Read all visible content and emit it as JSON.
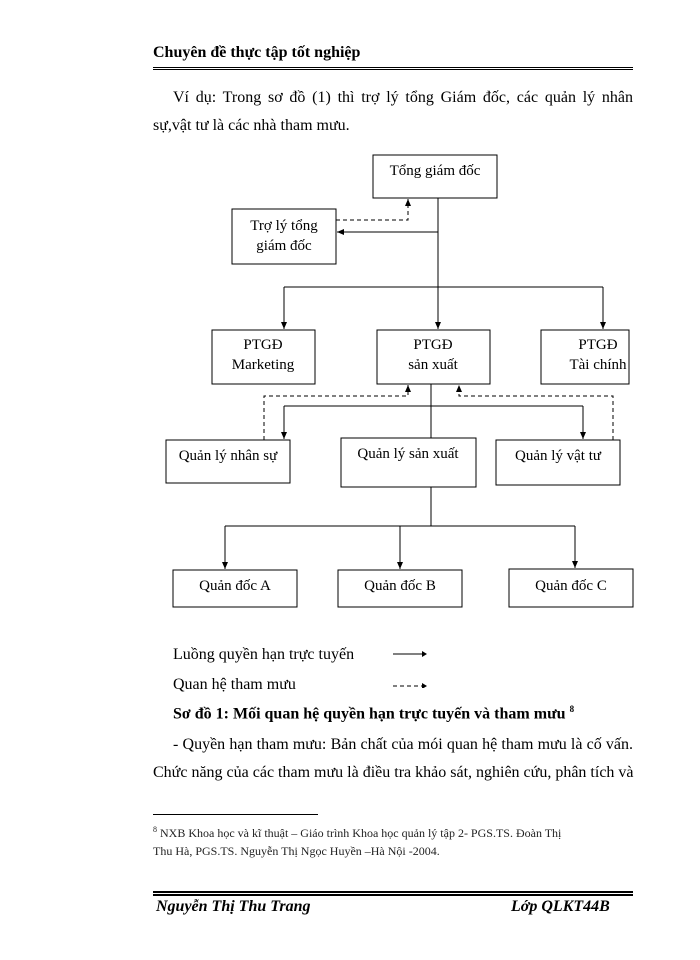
{
  "header": {
    "title": "Chuyên đề thực tập tốt nghiệp"
  },
  "intro": {
    "line1": "Ví dụ: Trong sơ đồ (1) thì trợ lý tổng Giám đốc, các quản lý nhân",
    "line2": "sự,vật tư là các nhà tham mưu."
  },
  "diagram": {
    "ceo": "Tổng giám đốc",
    "assistant": [
      "Trợ lý tổng",
      "giám đốc"
    ],
    "vp_marketing": [
      "PTGĐ",
      "Marketing"
    ],
    "vp_production": [
      "PTGĐ",
      "sản xuất"
    ],
    "vp_finance": [
      "PTGĐ",
      "Tài chính"
    ],
    "hr_manager": "Quản lý nhân sự",
    "production_manager": "Quản lý sản xuất",
    "materials_manager": "Quản lý vật tư",
    "foreman_a": "Quản đốc A",
    "foreman_b": "Quản đốc B",
    "foreman_c": "Quản đốc C"
  },
  "legend": {
    "line_authority": "Luồng quyền hạn trực tuyến",
    "staff_relation": "Quan hệ tham mưu"
  },
  "caption": {
    "text": "Sơ đồ 1: Mối quan hệ quyền hạn trực tuyến và tham mưu",
    "footnote_ref": "8"
  },
  "body": {
    "line1": "- Quyền hạn tham mưu: Bản chất của mói quan hệ tham mưu là cố vấn.",
    "line2": "Chức năng của các tham mưu là điều tra khảo sát, nghiên cứu, phân tích và"
  },
  "footnote": {
    "mark": "8",
    "line1": " NXB Khoa học và kĩ thuật – Giáo trình Khoa học quản lý tập 2- PGS.TS. Đoàn Thị",
    "line2": "Thu Hà, PGS.TS. Nguyễn Thị Ngọc Huyền –Hà Nội -2004."
  },
  "footer": {
    "author": "Nguyễn Thị Thu Trang",
    "class": "Lớp QLKT44B"
  }
}
